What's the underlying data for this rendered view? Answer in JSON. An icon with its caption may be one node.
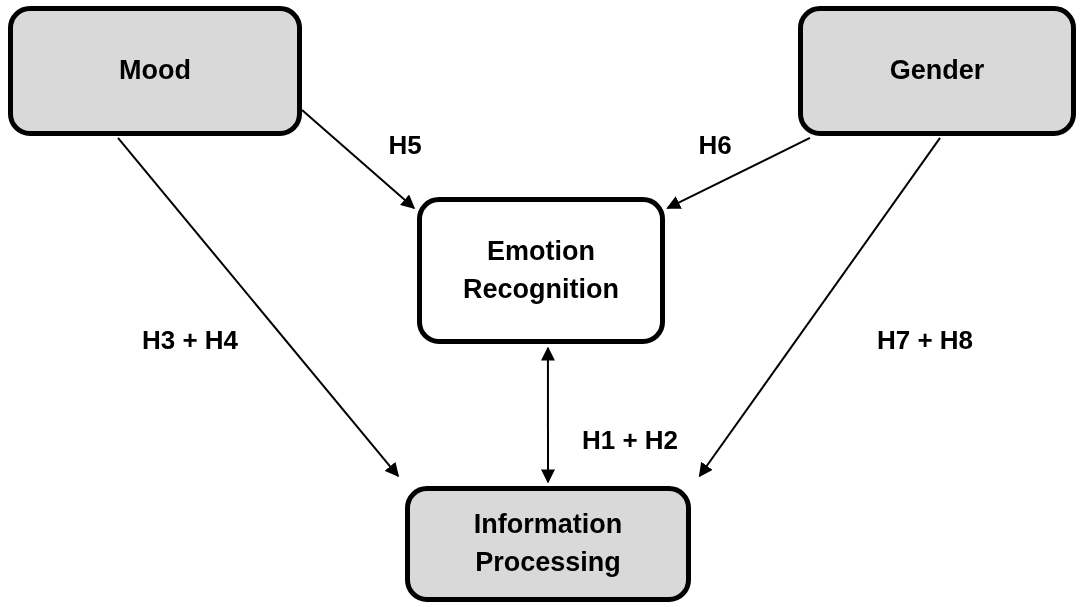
{
  "diagram": {
    "nodes": [
      {
        "text": [
          "Mood"
        ]
      },
      {
        "text": [
          "Gender"
        ]
      },
      {
        "text": [
          "Emotion Recognition"
        ]
      },
      {
        "text": [
          "Information Processing"
        ]
      }
    ],
    "edges": [
      {
        "from": 0,
        "to": 2,
        "arrow": "to",
        "label": "H5"
      },
      {
        "from": 1,
        "to": 2,
        "arrow": "to",
        "label": "H6"
      },
      {
        "from": 0,
        "to": 3,
        "arrow": "to",
        "label": "H3 + H4"
      },
      {
        "from": 1,
        "to": 3,
        "arrow": "to",
        "label": "H7 + H8"
      },
      {
        "from": 2,
        "to": 3,
        "arrow": "both",
        "label": "H1 + H2"
      }
    ]
  }
}
